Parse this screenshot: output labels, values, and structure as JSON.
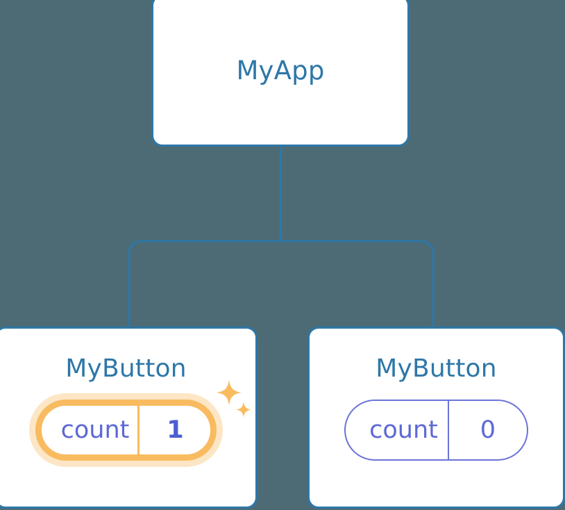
{
  "diagram": {
    "type": "component-tree",
    "background_color": "#4d6b75",
    "node_border_color": "#2d77a8",
    "connector_color": "#2d77a8",
    "highlight_color": "#f8bb5f",
    "state_text_color": "#5c68d6",
    "root": {
      "title": "MyApp"
    },
    "children": [
      {
        "title": "MyButton",
        "state": {
          "key": "count",
          "value": "1"
        },
        "highlighted": true,
        "sparkle_icons": [
          "sparkle-large",
          "sparkle-small"
        ]
      },
      {
        "title": "MyButton",
        "state": {
          "key": "count",
          "value": "0"
        },
        "highlighted": false,
        "sparkle_icons": []
      }
    ]
  }
}
